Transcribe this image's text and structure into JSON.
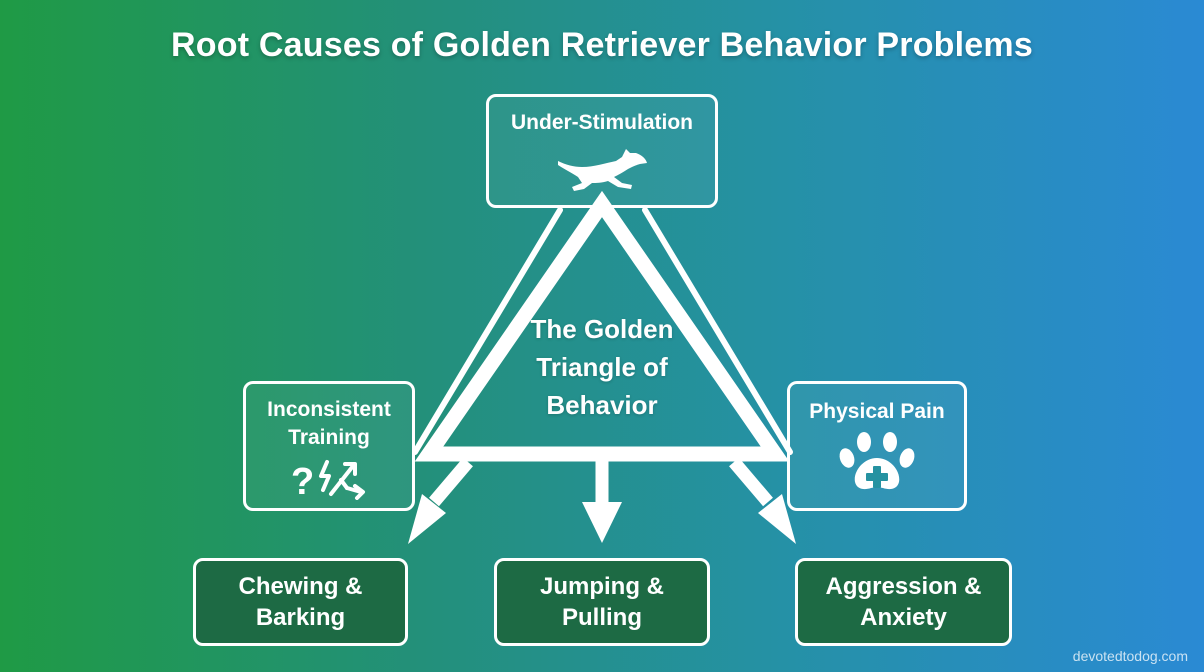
{
  "title": "Root Causes of Golden Retriever Behavior Problems",
  "center": {
    "line1": "The Golden",
    "line2": "Triangle of",
    "line3": "Behavior"
  },
  "causes": {
    "top": {
      "label": "Under-Stimulation",
      "icon": "running-dog-icon"
    },
    "left": {
      "line1": "Inconsistent",
      "line2": "Training",
      "icon": "question-lightning-arrows-icon"
    },
    "right": {
      "label": "Physical Pain",
      "icon": "paw-medical-cross-icon"
    }
  },
  "outcomes": {
    "left": {
      "line1": "Chewing &",
      "line2": "Barking"
    },
    "middle": {
      "line1": "Jumping &",
      "line2": "Pulling"
    },
    "right": {
      "line1": "Aggression &",
      "line2": "Anxiety"
    }
  },
  "colors": {
    "outcome_box": "#1d6a44",
    "gradient_left": "#1f9a45",
    "gradient_right": "#2a8ad4"
  },
  "watermark": "devotedtodog.com"
}
